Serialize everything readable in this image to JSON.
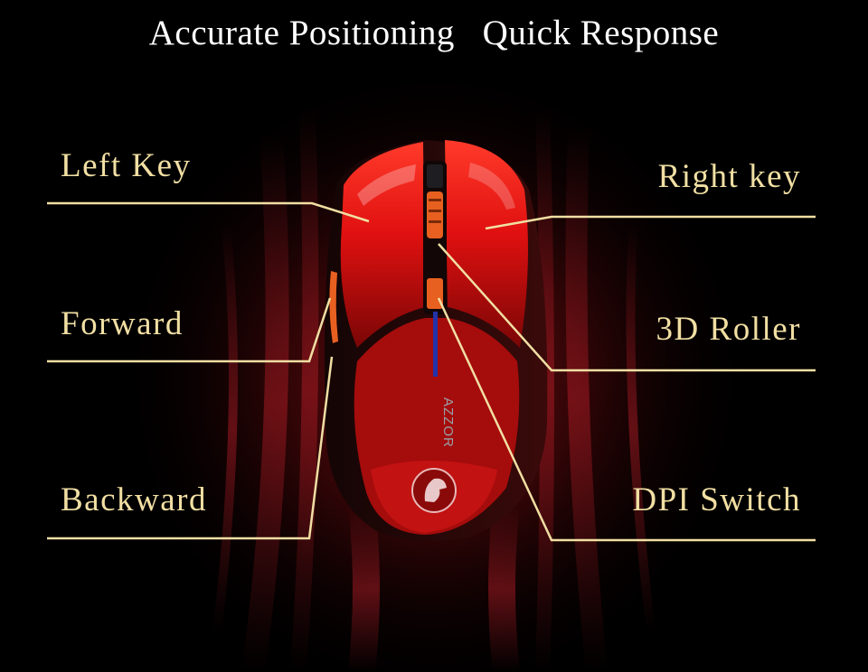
{
  "headline": "Accurate Positioning   Quick Response",
  "brand": {
    "mouse_logo_text": "AZZOR"
  },
  "colors": {
    "background": "#000000",
    "label_text": "#f1dfa3",
    "leader_line": "#f1dfa3",
    "mouse_body": "#e01010",
    "mouse_trim": "#1a0a0a",
    "accent_orange": "#e86020",
    "scroll_stripe": "#2233aa"
  },
  "callouts": {
    "left_key": "Left Key",
    "right_key": "Right key",
    "forward": "Forward",
    "roller": "3D Roller",
    "backward": "Backward",
    "dpi": "DPI Switch"
  },
  "icons": {
    "logo": "eagle-head-emblem"
  }
}
